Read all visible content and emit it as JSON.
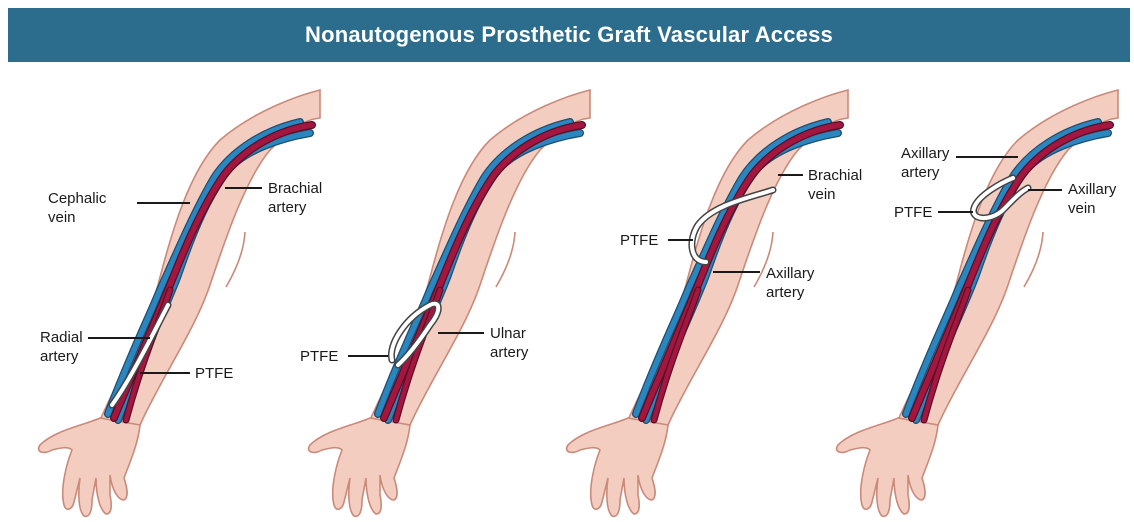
{
  "title": "Nonautogenous Prosthetic Graft Vascular Access",
  "colors": {
    "header": "#2c6d8e",
    "skin": "#f4cdc1",
    "skin_outline": "#c98a7a",
    "artery": "#a3163f",
    "vein": "#2b86bf",
    "graft": "#ffffff"
  },
  "panels": [
    {
      "labels": {
        "cephalic": [
          "Cephalic",
          "vein"
        ],
        "brachial": [
          "Brachial",
          "artery"
        ],
        "radial": [
          "Radial",
          "artery"
        ],
        "ptfe": "PTFE"
      }
    },
    {
      "labels": {
        "ptfe": "PTFE",
        "ulnar": [
          "Ulnar",
          "artery"
        ]
      }
    },
    {
      "labels": {
        "brachial_vein": [
          "Brachial",
          "vein"
        ],
        "ptfe": "PTFE",
        "axillary_artery": [
          "Axillary",
          "artery"
        ]
      }
    },
    {
      "labels": {
        "axillary_artery": [
          "Axillary",
          "artery"
        ],
        "ptfe": "PTFE",
        "axillary_vein": [
          "Axillary",
          "vein"
        ]
      }
    }
  ]
}
